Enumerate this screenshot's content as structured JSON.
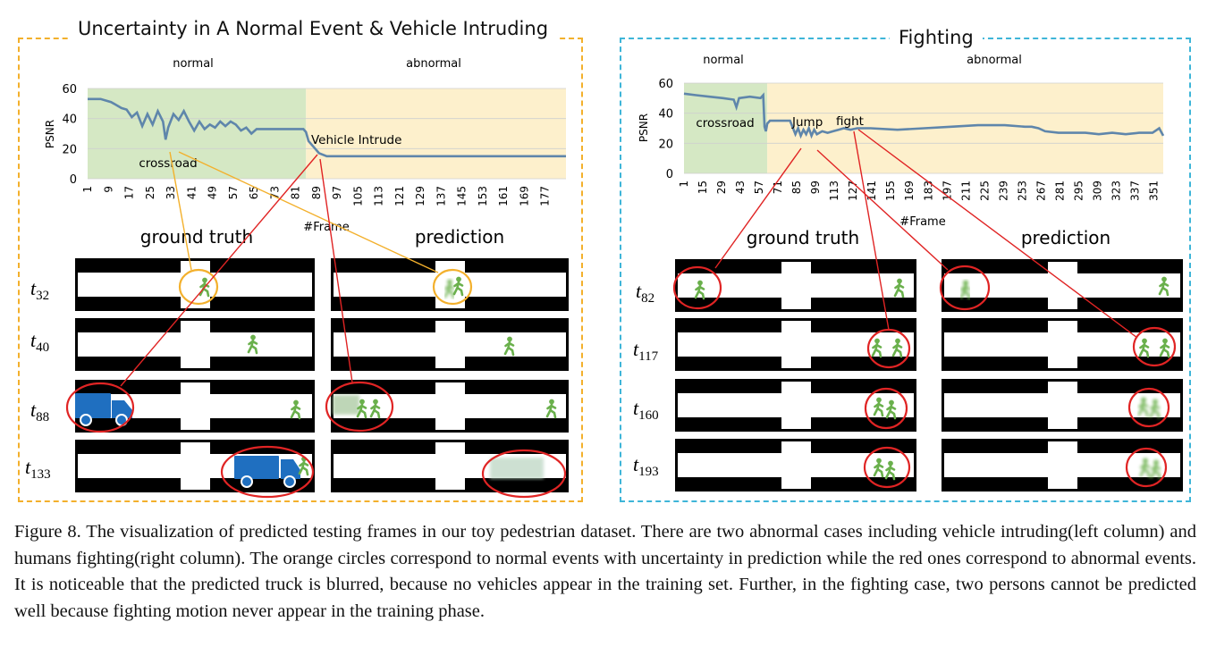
{
  "left_panel": {
    "title": "Uncertainty in A Normal Event & Vehicle Intruding",
    "normal_label": "normal",
    "abnormal_label": "abnormal",
    "ylabel": "PSNR",
    "xlabel": "#Frame",
    "annotations": [
      "crossroad",
      "Vehicle Intrude"
    ],
    "col_ground_truth": "ground truth",
    "col_prediction": "prediction",
    "frame_labels": [
      "t",
      "t",
      "t",
      "t"
    ],
    "frame_subs": [
      "32",
      "40",
      "88",
      "133"
    ]
  },
  "right_panel": {
    "title": "Fighting",
    "normal_label": "normal",
    "abnormal_label": "abnormal",
    "ylabel": "PSNR",
    "xlabel": "#Frame",
    "annotations": [
      "crossroad",
      "Jump",
      "fight"
    ],
    "col_ground_truth": "ground truth",
    "col_prediction": "prediction",
    "frame_labels": [
      "t",
      "t",
      "t",
      "t"
    ],
    "frame_subs": [
      "82",
      "117",
      "160",
      "193"
    ]
  },
  "colors": {
    "normal_bg": "#d5e8c4",
    "abnormal_bg": "#fdf0cc",
    "line": "#5f86ab",
    "orange_marker": "#f3b02c",
    "red_marker": "#e02424",
    "pedestrian": "#6ab04c",
    "truck": "#1f6fc0"
  },
  "chart_data": [
    {
      "type": "line",
      "title": "",
      "xlabel": "#Frame",
      "ylabel": "PSNR",
      "ylim": [
        0,
        60
      ],
      "yticks": [
        0,
        20,
        40,
        60
      ],
      "xticks": [
        1,
        9,
        17,
        25,
        33,
        41,
        49,
        57,
        65,
        73,
        81,
        89,
        97,
        105,
        113,
        121,
        129,
        137,
        145,
        153,
        161,
        169,
        177
      ],
      "xlim": [
        1,
        185
      ],
      "normal_range": [
        1,
        85
      ],
      "abnormal_range": [
        85,
        185
      ],
      "grid": true,
      "series": [
        {
          "x": [
            1,
            6,
            10,
            12,
            14,
            16,
            18,
            20,
            22,
            24,
            26,
            28,
            30,
            31,
            32,
            34,
            36,
            38,
            40,
            42,
            44,
            46,
            48,
            50,
            52,
            54,
            56,
            58,
            60,
            62,
            64,
            66,
            70,
            75,
            80,
            84,
            85,
            86,
            88,
            90,
            93,
            96,
            100,
            110,
            130,
            150,
            170,
            185
          ],
          "values": [
            53,
            53,
            51,
            49,
            47,
            46,
            41,
            44,
            35,
            43,
            36,
            45,
            38,
            26,
            34,
            43,
            39,
            45,
            38,
            32,
            38,
            33,
            36,
            34,
            38,
            35,
            38,
            36,
            32,
            34,
            30,
            33,
            33,
            33,
            33,
            33,
            31,
            25,
            21,
            17,
            15,
            15,
            15,
            15,
            15,
            15,
            15,
            15
          ]
        }
      ]
    },
    {
      "type": "line",
      "title": "",
      "xlabel": "#Frame",
      "ylabel": "PSNR",
      "ylim": [
        0,
        60
      ],
      "yticks": [
        0,
        20,
        40,
        60
      ],
      "xticks": [
        1,
        15,
        29,
        43,
        57,
        71,
        85,
        99,
        113,
        127,
        141,
        155,
        169,
        183,
        197,
        211,
        225,
        239,
        253,
        267,
        281,
        295,
        309,
        323,
        337,
        351
      ],
      "xlim": [
        1,
        358
      ],
      "normal_range": [
        1,
        63
      ],
      "abnormal_range": [
        63,
        358
      ],
      "grid": true,
      "series": [
        {
          "x": [
            1,
            10,
            20,
            30,
            38,
            40,
            42,
            50,
            58,
            60,
            61,
            62,
            63,
            65,
            70,
            75,
            80,
            84,
            86,
            88,
            90,
            92,
            94,
            96,
            98,
            100,
            104,
            108,
            112,
            116,
            120,
            125,
            130,
            140,
            160,
            180,
            200,
            220,
            240,
            255,
            260,
            265,
            270,
            280,
            290,
            300,
            310,
            320,
            330,
            340,
            350,
            355,
            358
          ],
          "values": [
            53,
            52,
            51,
            50,
            49,
            44,
            50,
            51,
            50,
            52,
            31,
            28,
            33,
            35,
            35,
            35,
            35,
            26,
            30,
            25,
            29,
            26,
            30,
            25,
            29,
            26,
            28,
            27,
            28,
            29,
            30,
            29,
            30,
            30,
            29,
            30,
            31,
            32,
            32,
            31,
            31,
            30,
            28,
            27,
            27,
            27,
            26,
            27,
            26,
            27,
            27,
            30,
            25
          ]
        }
      ]
    }
  ],
  "caption": "Figure 8. The visualization of predicted testing frames in our toy pedestrian dataset. There are two abnormal cases including vehicle intruding(left column) and humans fighting(right column). The orange circles correspond to normal events with uncertainty in prediction while the red ones correspond to abnormal events. It is noticeable that the predicted truck is blurred, because no vehicles appear in the training set. Further, in the fighting case, two persons cannot be predicted well because fighting motion never appear in the training phase."
}
